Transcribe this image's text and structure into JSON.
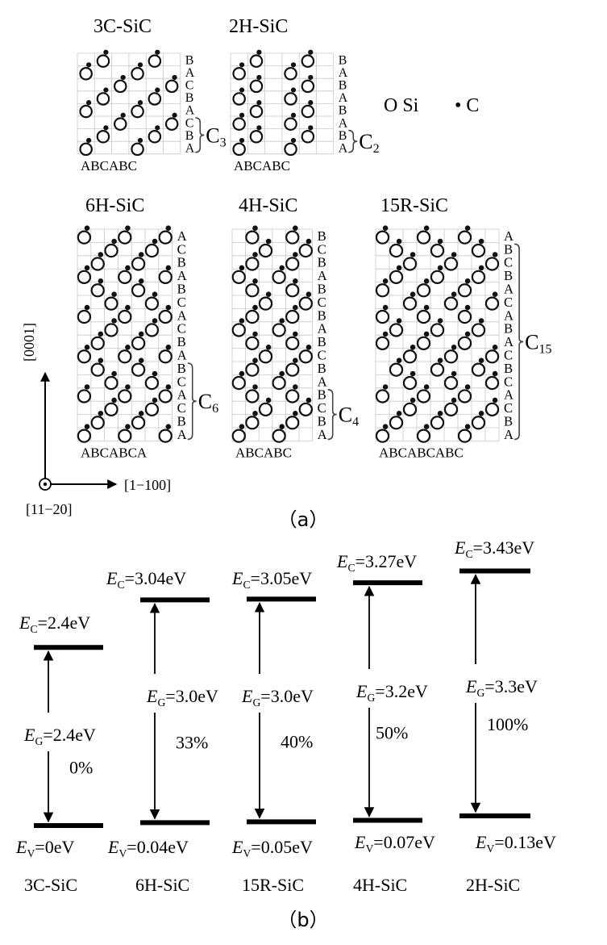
{
  "panel_a": {
    "caption": "（a）",
    "legend": {
      "si": "O Si",
      "c": "• C"
    },
    "axes": {
      "vertical": "[0001]",
      "horizontal": "[1−100]",
      "out_of_plane": "[11−20]"
    },
    "polytypes": [
      {
        "name": "3C-SiC",
        "stacking": "BACBACBA",
        "bottom": "ABCABC",
        "period_label": "C",
        "period_sub": "3",
        "period_layers": 3
      },
      {
        "name": "2H-SiC",
        "stacking": "BABABABA",
        "bottom": "ABCABC",
        "period_label": "C",
        "period_sub": "2",
        "period_layers": 2
      },
      {
        "name": "6H-SiC",
        "stacking": "ACBABCACBABCACBA",
        "bottom": "ABCABCA",
        "period_label": "C",
        "period_sub": "6",
        "period_layers": 6
      },
      {
        "name": "4H-SiC",
        "stacking": "BCBABCBABCBABCBA",
        "bottom": "ABCABC",
        "period_label": "C",
        "period_sub": "4",
        "period_layers": 4
      },
      {
        "name": "15R-SiC",
        "stacking": "ABCBACABACBCACBA",
        "bottom": "ABCABCABC",
        "period_label": "C",
        "period_sub": "15",
        "period_layers": 15
      }
    ]
  },
  "panel_b": {
    "caption": "（b）",
    "levels": [
      {
        "name": "3C-SiC",
        "ec_label": "=2.4eV",
        "ev_label": "=0eV",
        "eg_label": "=2.4eV",
        "pct": "0%",
        "ec": 2.4,
        "ev": 0,
        "eg": 2.4,
        "hexagonality": 0
      },
      {
        "name": "6H-SiC",
        "ec_label": "=3.04eV",
        "ev_label": "=0.04eV",
        "eg_label": "=3.0eV",
        "pct": "33%",
        "ec": 3.04,
        "ev": 0.04,
        "eg": 3.0,
        "hexagonality": 33
      },
      {
        "name": "15R-SiC",
        "ec_label": "=3.05eV",
        "ev_label": "=0.05eV",
        "eg_label": "=3.0eV",
        "pct": "40%",
        "ec": 3.05,
        "ev": 0.05,
        "eg": 3.0,
        "hexagonality": 40
      },
      {
        "name": "4H-SiC",
        "ec_label": "=3.27eV",
        "ev_label": "=0.07eV",
        "eg_label": "=3.2eV",
        "pct": "50%",
        "ec": 3.27,
        "ev": 0.07,
        "eg": 3.2,
        "hexagonality": 50
      },
      {
        "name": "2H-SiC",
        "ec_label": "=3.43eV",
        "ev_label": "=0.13eV",
        "eg_label": "=3.3eV",
        "pct": "100%",
        "ec": 3.43,
        "ev": 0.13,
        "eg": 3.3,
        "hexagonality": 100
      }
    ],
    "symbols": {
      "ec": "E",
      "ec_sub": "C",
      "ev": "E",
      "ev_sub": "V",
      "eg": "E",
      "eg_sub": "G"
    }
  }
}
